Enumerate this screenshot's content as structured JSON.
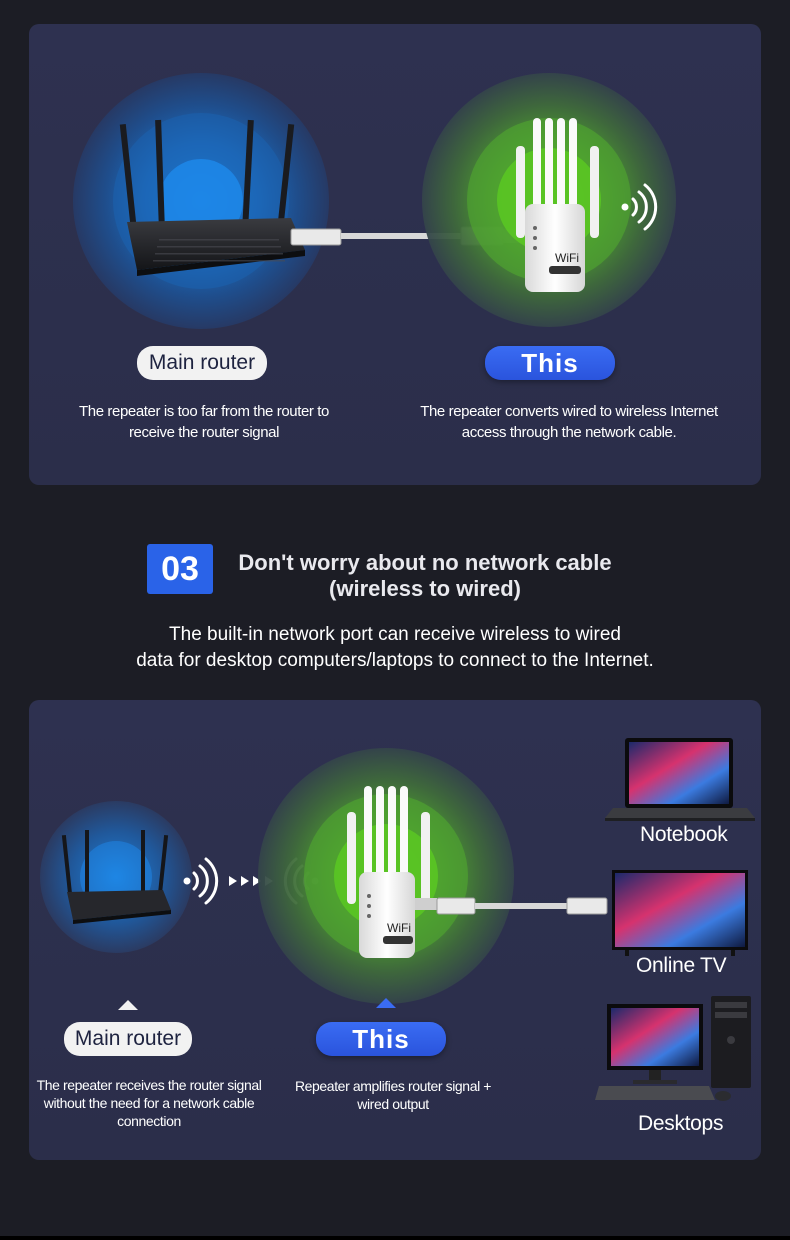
{
  "section1": {
    "main_router_label": "Main router",
    "this_label": "This",
    "left_caption": "The repeater is too far from the router to receive the router signal",
    "right_caption": "The repeater converts wired to wireless Internet access through the network cable."
  },
  "section_header": {
    "number": "03",
    "title_line1": "Don't worry about no network cable",
    "title_line2": "(wireless to wired)",
    "subtitle_line1": "The built-in network port can receive wireless to wired",
    "subtitle_line2": "data for desktop computers/laptops to connect to the Internet."
  },
  "section2": {
    "main_router_label": "Main router",
    "this_label": "This",
    "left_caption": "The repeater receives the router signal without the need for a network cable connection",
    "middle_caption": "Repeater amplifies router signal + wired output",
    "devices": [
      "Notebook",
      "Online TV",
      "Desktops"
    ]
  },
  "product_text": {
    "wifi": "WiFi"
  },
  "colors": {
    "background": "#1c1d25",
    "panel": "#2d3050",
    "accent_blue": "#2a63e8",
    "router_glow": "#1f7fd6",
    "repeater_glow": "#57c234"
  }
}
